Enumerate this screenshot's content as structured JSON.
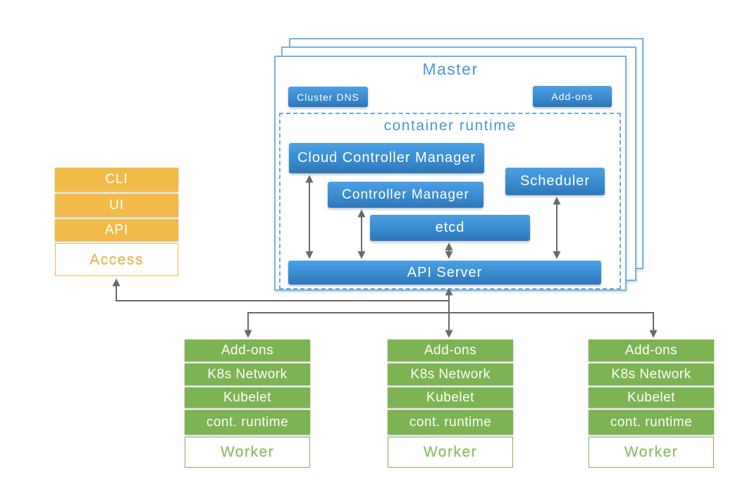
{
  "master": {
    "title": "Master",
    "cluster_dns_label": "Cluster DNS",
    "addons_label": "Add-ons",
    "container_runtime": {
      "title": "container runtime",
      "cloud_controller_manager": "Cloud Controller Manager",
      "controller_manager": "Controller Manager",
      "scheduler": "Scheduler",
      "etcd": "etcd",
      "api_server": "API Server"
    }
  },
  "access_stack": {
    "items": [
      "CLI",
      "UI",
      "API"
    ],
    "label": "Access"
  },
  "workers": [
    {
      "rows": [
        "Add-ons",
        "K8s Network",
        "Kubelet",
        "cont. runtime"
      ],
      "label": "Worker"
    },
    {
      "rows": [
        "Add-ons",
        "K8s Network",
        "Kubelet",
        "cont. runtime"
      ],
      "label": "Worker"
    },
    {
      "rows": [
        "Add-ons",
        "K8s Network",
        "Kubelet",
        "cont. runtime"
      ],
      "label": "Worker"
    }
  ],
  "colors": {
    "blue_box_top": "#4CA0E4",
    "blue_box_bottom": "#2F76B7",
    "light_blue_text": "#4A96D9",
    "master_border_blue": "#79B2E0",
    "orange": "#F2BB49",
    "green": "#7CB454",
    "connector_gray": "#67696C"
  }
}
